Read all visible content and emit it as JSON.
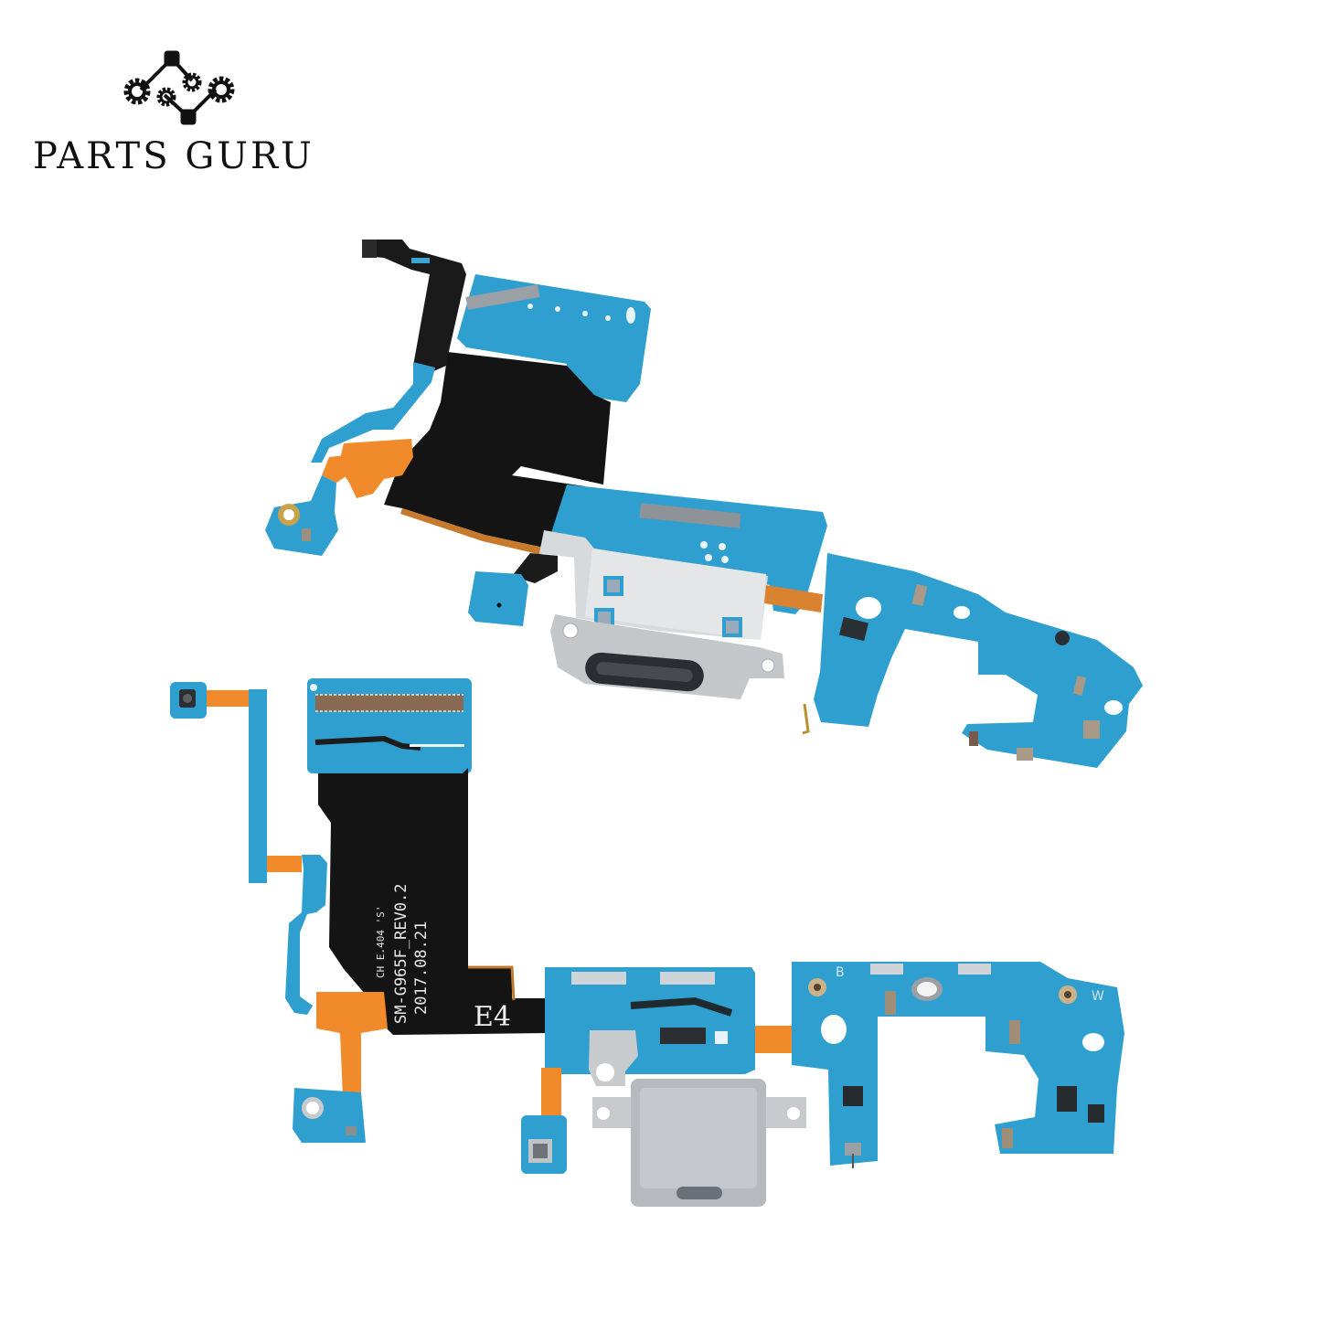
{
  "brand": {
    "name": "PARTS GURU",
    "logo_icon": "gears-network-icon",
    "text_color": "#111111"
  },
  "product": {
    "description": "Charging port (USB-C) flex cable board, two views",
    "pcb_markings": {
      "model": "SM-G965F_REV0.2",
      "date": "2017.08.21",
      "code": "CH E.404 'S'",
      "label_large": "E4",
      "antenna_left": "B",
      "antenna_right": "W"
    },
    "colors": {
      "pcb_blue": "#2f9fcf",
      "pcb_blue_dark": "#1f86b6",
      "flex_black": "#141414",
      "flex_orange": "#f08a2a",
      "metal": "#c8cbce",
      "background": "#ffffff"
    }
  }
}
